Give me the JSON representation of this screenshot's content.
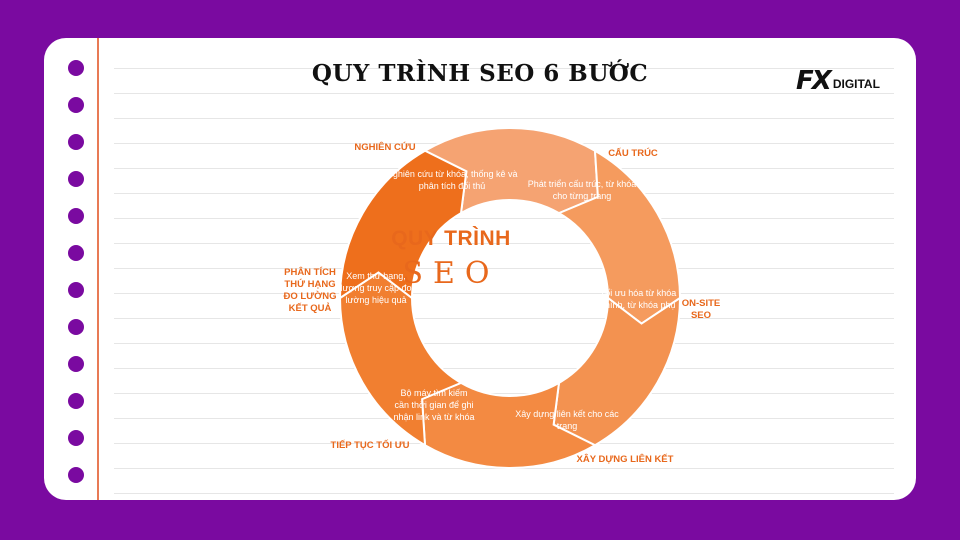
{
  "title": "QUY TRÌNH SEO 6 BƯỚC",
  "logo": {
    "mark": "FX",
    "text": "DIGITAL"
  },
  "center": {
    "line1": "QUY TRÌNH",
    "line2": "SEO"
  },
  "steps": [
    {
      "label": "NGHIÊN CỨU",
      "desc": "Nghiên cứu từ khóa, thống kê và phân tích đối thủ",
      "color": "#f5a372"
    },
    {
      "label": "CẤU TRÚC",
      "desc": "Phát triển cấu trúc, từ khóa cho từng trang",
      "color": "#f59b5e"
    },
    {
      "label": "ON-SITE SEO",
      "desc": "Tối ưu hóa từ khóa chính, từ khóa phụ",
      "color": "#f39250"
    },
    {
      "label": "XÂY DỰNG LIÊN KẾT",
      "desc": "Xây dựng liên kết cho các trang",
      "color": "#f38a42"
    },
    {
      "label": "TIẾP TỤC TỐI ƯU",
      "desc": "Bộ máy tìm kiếm cần thời gian để ghi nhận link và từ khóa",
      "color": "#f17f30"
    },
    {
      "label": "PHÂN TÍCH THỨ HẠNG ĐO LƯỜNG KẾT QUẢ",
      "desc": "Xem thứ hạng, lượng truy cập đo lường hiệu quả",
      "color": "#ee6f1c"
    }
  ]
}
